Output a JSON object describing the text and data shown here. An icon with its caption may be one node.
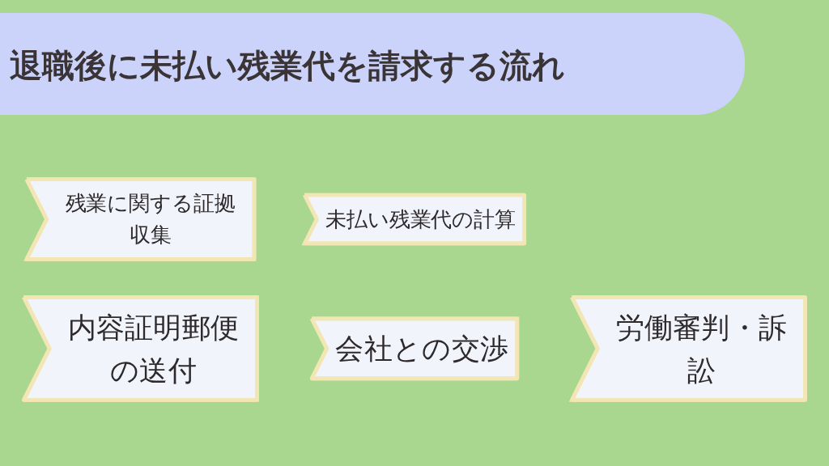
{
  "diagram": {
    "title": "退職後に未払い残業代を請求する流れ",
    "nodes": [
      {
        "text": [
          "残業に関する証拠収集"
        ]
      },
      {
        "text": [
          "未払い残業代の計算"
        ]
      },
      {
        "text": [
          "内容証明郵便の送付"
        ]
      },
      {
        "text": [
          "会社との交渉"
        ]
      },
      {
        "text": [
          "労働審判・訴訟"
        ]
      }
    ]
  }
}
